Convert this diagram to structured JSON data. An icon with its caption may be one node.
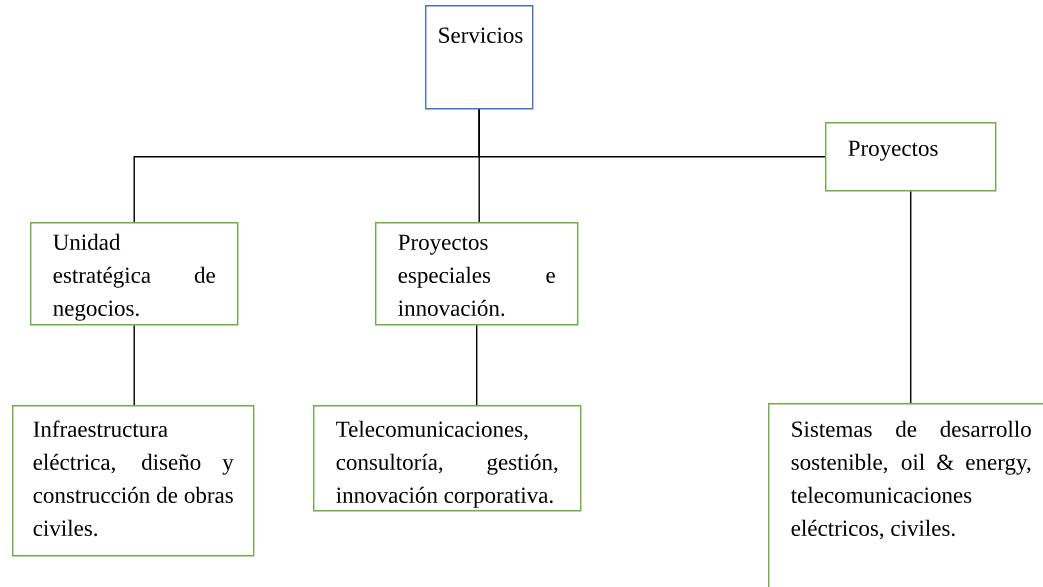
{
  "diagram": {
    "nodes": [
      {
        "text": [
          "Servicios"
        ]
      },
      {
        "text": [
          "Proyectos"
        ]
      },
      {
        "text": [
          "Unidad estratégica de negocios."
        ]
      },
      {
        "text": [
          "Proyectos especiales e innovación."
        ]
      },
      {
        "text": [
          "Infraestructura eléctrica, diseño y construcción de obras civiles."
        ]
      },
      {
        "text": [
          "Telecomunicaciones, consultoría, gestión, innovación corporativa."
        ]
      },
      {
        "text": [
          "Sistemas de desarrollo sostenible, oil & energy, telecomunicaciones eléctricos, civiles."
        ]
      }
    ],
    "edges": [
      {
        "from": 0,
        "to": 2,
        "arrow": "none"
      },
      {
        "from": 0,
        "to": 3,
        "arrow": "none"
      },
      {
        "from": 0,
        "to": 1,
        "arrow": "none"
      },
      {
        "from": 2,
        "to": 4,
        "arrow": "none"
      },
      {
        "from": 3,
        "to": 5,
        "arrow": "none"
      },
      {
        "from": 1,
        "to": 6,
        "arrow": "none"
      }
    ]
  }
}
